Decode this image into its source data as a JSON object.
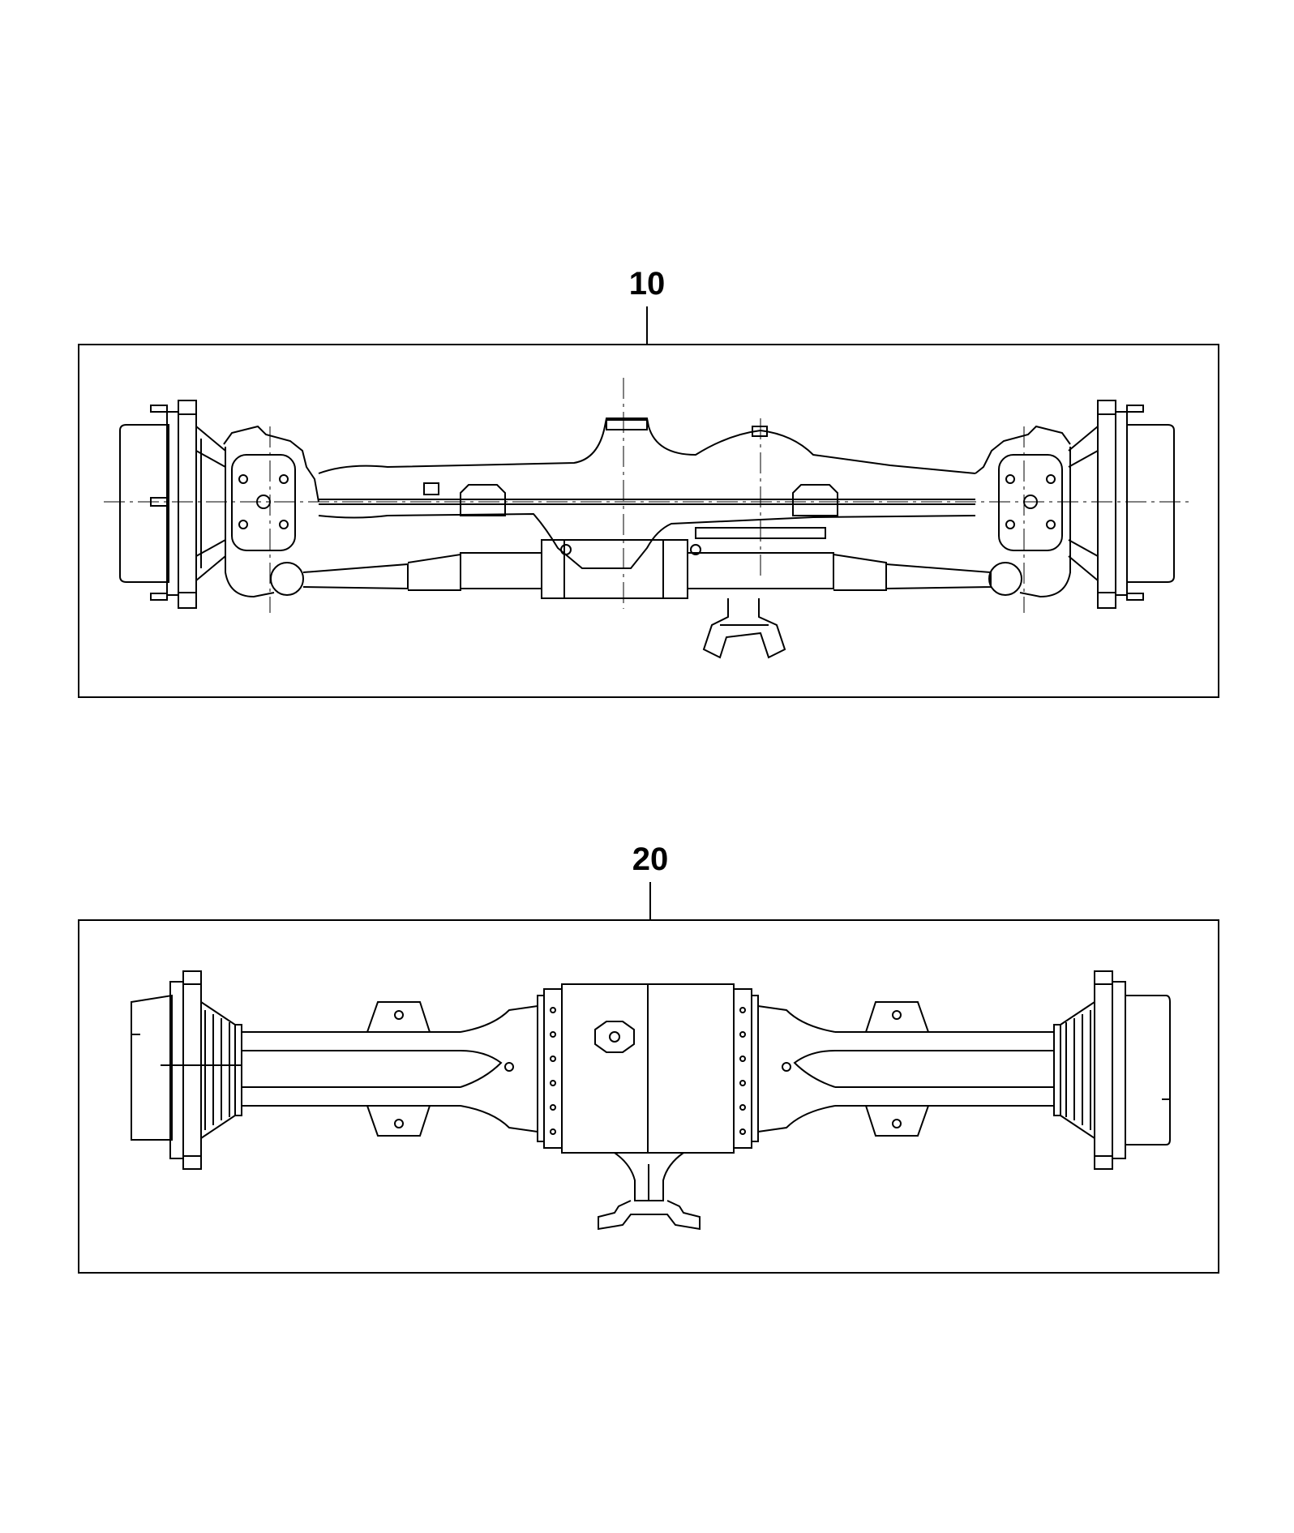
{
  "diagram": {
    "callouts": [
      {
        "id": "front-axle",
        "label": "10"
      },
      {
        "id": "rear-axle",
        "label": "20"
      }
    ],
    "colors": {
      "line": "#000000",
      "background": "#ffffff"
    }
  }
}
